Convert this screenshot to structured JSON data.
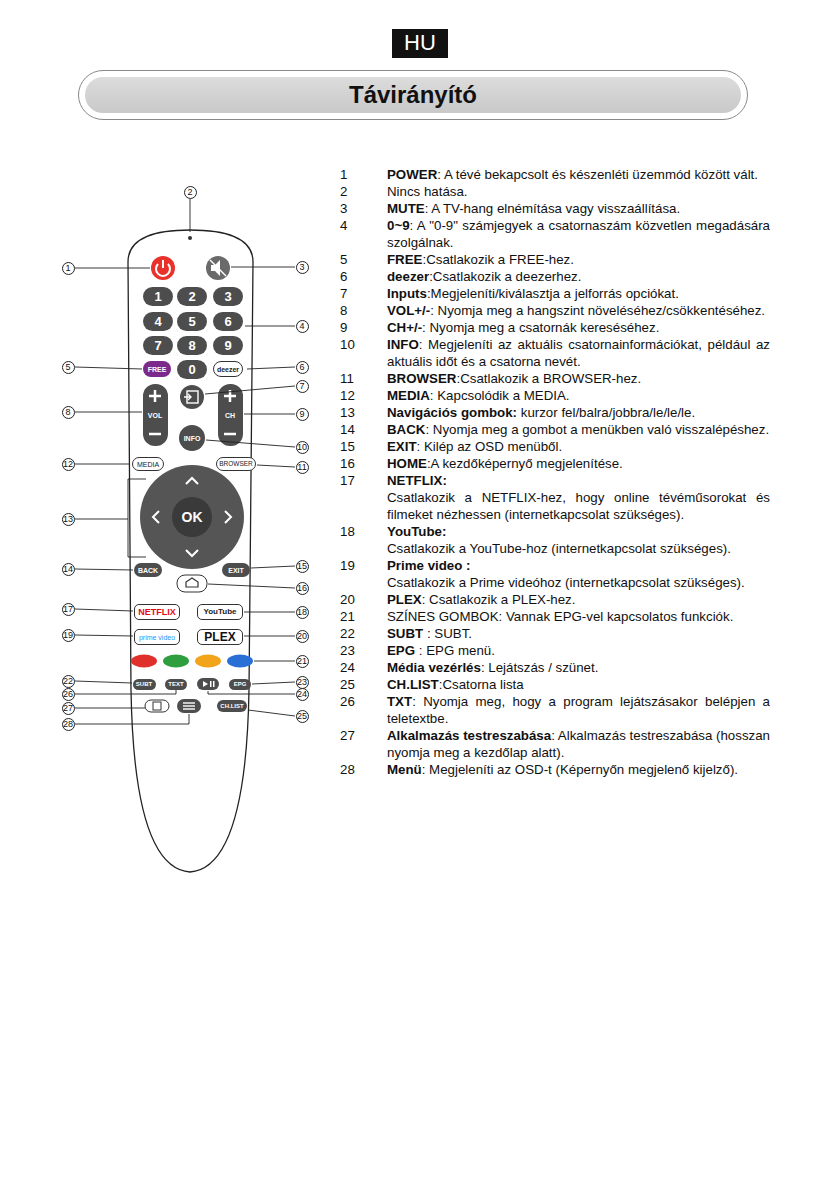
{
  "diagram": {
    "title": "Távirányító",
    "nodes": [
      {
        "text": [
          "HU"
        ]
      },
      {
        "text": [
          "1"
        ]
      },
      {
        "text": [
          "2"
        ]
      },
      {
        "text": [
          "3"
        ]
      },
      {
        "text": [
          "4"
        ]
      },
      {
        "text": [
          "5"
        ]
      },
      {
        "text": [
          "6"
        ]
      },
      {
        "text": [
          "7"
        ]
      },
      {
        "text": [
          "8"
        ]
      },
      {
        "text": [
          "9"
        ]
      },
      {
        "text": [
          "FREE"
        ]
      },
      {
        "text": [
          "0"
        ]
      },
      {
        "text": [
          "deezer"
        ]
      },
      {
        "text": [
          "VOL"
        ]
      },
      {
        "text": [
          "CH"
        ]
      },
      {
        "text": [
          "INFO"
        ]
      },
      {
        "text": [
          "MEDIA"
        ]
      },
      {
        "text": [
          "BROWSER"
        ]
      },
      {
        "text": [
          "OK"
        ]
      },
      {
        "text": [
          "BACK"
        ]
      },
      {
        "text": [
          "EXIT"
        ]
      },
      {
        "text": [
          "NETFLIX"
        ]
      },
      {
        "text": [
          "YouTube"
        ]
      },
      {
        "text": [
          "prime video"
        ]
      },
      {
        "text": [
          "PLEX"
        ]
      },
      {
        "text": [
          "SUBT"
        ]
      },
      {
        "text": [
          "TEXT"
        ]
      },
      {
        "text": [
          "EPG"
        ]
      },
      {
        "text": [
          "CH.LIST"
        ]
      }
    ],
    "labels": [
      "1",
      "2",
      "3",
      "4",
      "5",
      "6",
      "7",
      "8",
      "9",
      "10",
      "11",
      "12",
      "13",
      "14",
      "15",
      "16",
      "17",
      "18",
      "19",
      "20",
      "21",
      "22",
      "23",
      "24",
      "25",
      "26",
      "27",
      "28",
      "1",
      "POWER",
      ": A tévé bekapcsolt és készenléti üzemmód között vált.",
      "2",
      "Nincs hatása.",
      "3",
      "MUTE",
      ": A TV-hang elnémítása vagy visszaállítása.",
      "4",
      "0~9",
      ": A \"0-9\" számjegyek a csatornaszám közvetlen megadására szolgálnak.",
      "5",
      "FREE",
      ":Csatlakozik a FREE-hez.",
      "6",
      "deezer",
      ":Csatlakozik a deezerhez.",
      "7",
      "Inputs",
      ":Megjeleníti/kiválasztja a jelforrás opciókat.",
      "8",
      "VOL+/-",
      ": Nyomja meg a hangszint növeléséhez/csökkentéséhez.",
      "9",
      "CH+/-",
      ": Nyomja meg a csatornák kereséséhez.",
      "10",
      "INFO",
      ": Megjeleníti az aktuális csatornainformációkat, például az aktuális időt és a csatorna nevét.",
      "11",
      "BROWSER",
      ":Csatlakozik a BROWSER-hez.",
      "12",
      "MEDIA",
      ": Kapcsolódik a MEDIA.",
      "13",
      "Navigációs gombok:",
      " kurzor fel/balra/jobbra/le/le/le.",
      "14",
      "BACK",
      ": Nyomja meg a gombot a menükben való visszalépéshez.",
      "15",
      "EXIT",
      ": Kilép az OSD menüből.",
      "16",
      "HOME",
      ":A kezdőképernyő megjelenítése.",
      "17",
      "NETFLIX:",
      "Csatlakozik a NETFLIX-hez, hogy online tévéműsorokat és filmeket nézhessen (internetkapcsolat szükséges).",
      "18",
      "YouTube:",
      "Csatlakozik a YouTube-hoz (internetkapcsolat szükséges).",
      "19",
      "Prime video :",
      "Csatlakozik a Prime videóhoz (internetkapcsolat szükséges).",
      "20",
      "PLEX",
      ": Csatlakozik a PLEX-hez.",
      "21",
      "SZÍNES GOMBOK: Vannak EPG-vel kapcsolatos funkciók.",
      "22",
      "SUBT",
      " : SUBT.",
      "23",
      "EPG",
      " : EPG menü.",
      "24",
      "Média vezérlés",
      ": Lejátszás / szünet.",
      "25",
      "CH.LIST",
      ":Csatorna lista",
      "26",
      "TXT",
      ": Nyomja meg, hogy a program lejátszásakor belépjen a teletextbe.",
      "27",
      "Alkalmazás testreszabása",
      ": Alkalmazás testreszabása (hosszan nyomja meg a kezdőlap alatt).",
      "28",
      "Menü",
      ": Megjeleníti az OSD-t (Képernyőn megjelenő kijelző)."
    ]
  }
}
